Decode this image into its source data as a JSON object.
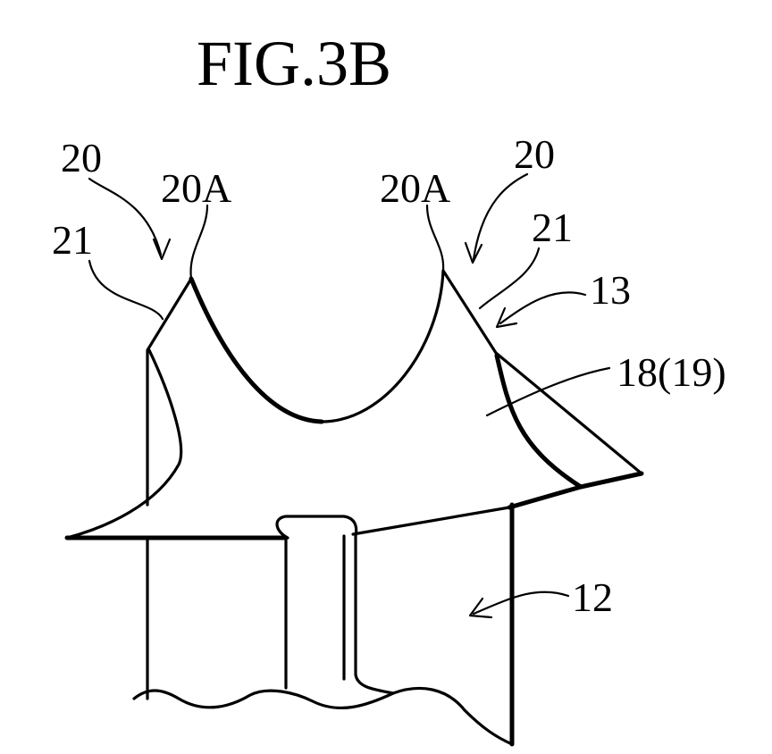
{
  "figure": {
    "title": "FIG.3B",
    "labels": {
      "l20_left": "20",
      "l20a_left": "20A",
      "l21_left": "21",
      "l20a_right": "20A",
      "l20_right": "20",
      "l21_right": "21",
      "l13": "13",
      "l18": "18(19)",
      "l12": "12"
    }
  }
}
